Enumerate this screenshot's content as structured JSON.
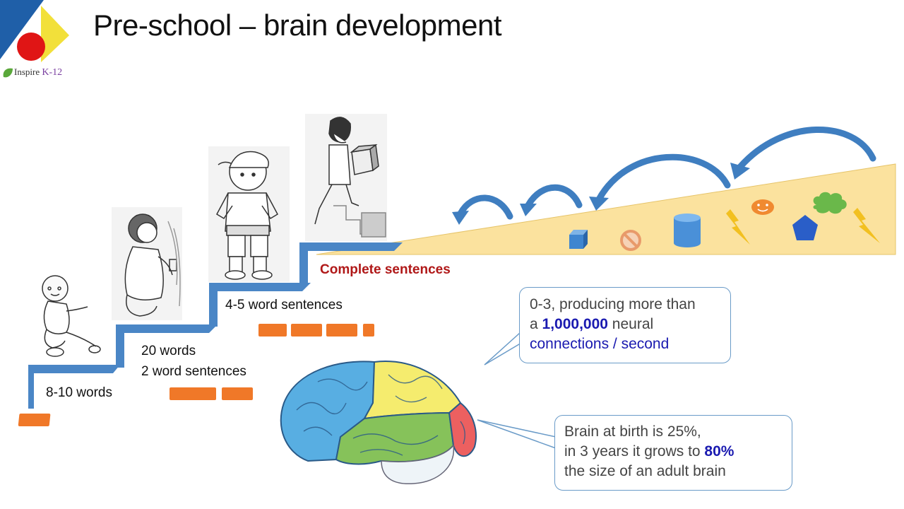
{
  "slide": {
    "title": "Pre-school – brain development",
    "brand": {
      "name": "Inspire",
      "suffix": "K-12"
    }
  },
  "stages": [
    {
      "label": "8-10 words",
      "blocks": 1
    },
    {
      "label_line1": "20 words",
      "label_line2": "2 word sentences",
      "blocks": 2
    },
    {
      "label": "4-5 word sentences",
      "blocks": 3.4
    },
    {
      "label": "Complete sentences"
    }
  ],
  "callouts": {
    "connections": {
      "line1": "0-3, producing more than",
      "line2_prefix": "a ",
      "line2_highlight": "1,000,000",
      "line2_suffix": " neural",
      "line3": "connections / second"
    },
    "growth": {
      "line1": "Brain at birth is 25%,",
      "line2_prefix": "in 3 years it grows to ",
      "line2_highlight": "80%",
      "line3": "the size of an adult brain"
    }
  },
  "colors": {
    "step": "#4a86c6",
    "block": "#f07828",
    "ramp": "#fbe29e",
    "arrow": "#3f7ec0",
    "brain_frontal": "#58aee2",
    "brain_parietal": "#f5ec6e",
    "brain_temporal": "#86c25a",
    "brain_occipital": "#ec6060",
    "emphasis": "#1a1ab0",
    "complete_label": "#b01818"
  },
  "icons": [
    "logo-mark",
    "leaf-icon",
    "cube-icon",
    "no-sign-icon",
    "cylinder-icon",
    "lightning-icon",
    "smiley-icon",
    "pentagon-icon",
    "cloud-icon",
    "curved-arrow-icon",
    "brain-illustration",
    "baby-figure",
    "toddler-figure",
    "child-figure",
    "boy-carrying-box-figure"
  ]
}
